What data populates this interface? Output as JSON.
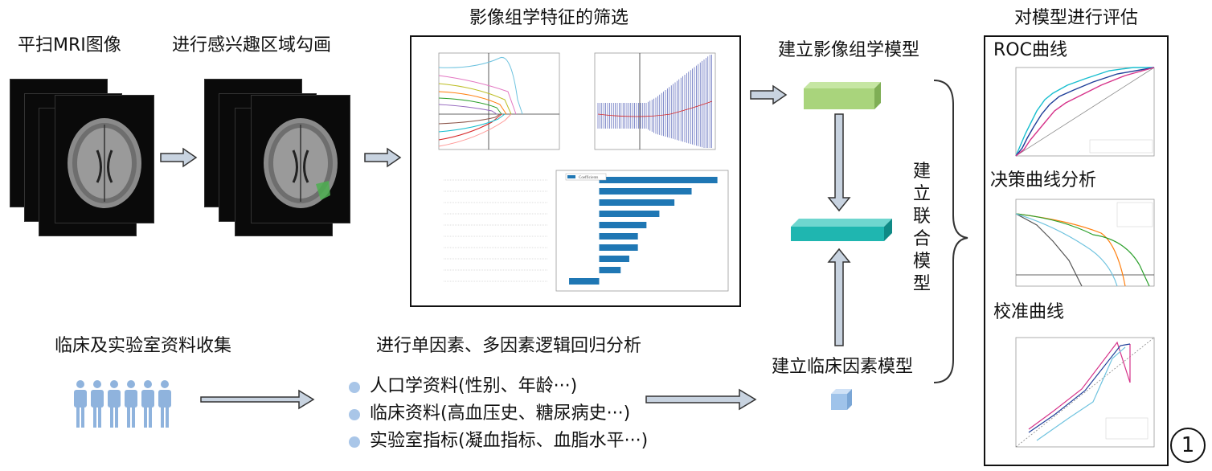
{
  "labels": {
    "plain_mri": "平扫MRI图像",
    "roi": "进行感兴趣区域勾画",
    "feature_select": "影像组学特征的筛选",
    "build_radiomics": "建立影像组学模型",
    "evaluate": "对模型进行评估",
    "roc": "ROC曲线",
    "dca": "决策曲线分析",
    "calib": "校准曲线",
    "combined": "建立联合模型",
    "clinical_collect": "临床及实验室资料收集",
    "regression": "进行单因素、多因素逻辑回归分析",
    "build_clinical": "建立临床因素模型",
    "figure_number": "1"
  },
  "factors": [
    "人口学资料(性别、年龄···)",
    "临床资料(高血压史、糖尿病史···)",
    "实验室指标(凝血指标、血脂水平···)"
  ],
  "colors": {
    "arrow_fill": "#c8d3e0",
    "arrow_stroke": "#333333",
    "green_box": "#a9d47c",
    "teal_box": "#1fb6b0",
    "blue_box": "#9fc3ea",
    "person": "#8fb3dd",
    "bar": "#1f77b4"
  },
  "chart_data": {
    "type": "bar",
    "orientation": "horizontal",
    "legend": "Coefficients",
    "values": [
      0.055,
      0.043,
      0.035,
      0.028,
      0.022,
      0.018,
      0.018,
      0.014,
      0.01,
      -0.014
    ],
    "xlim": [
      -0.02,
      0.06
    ]
  }
}
